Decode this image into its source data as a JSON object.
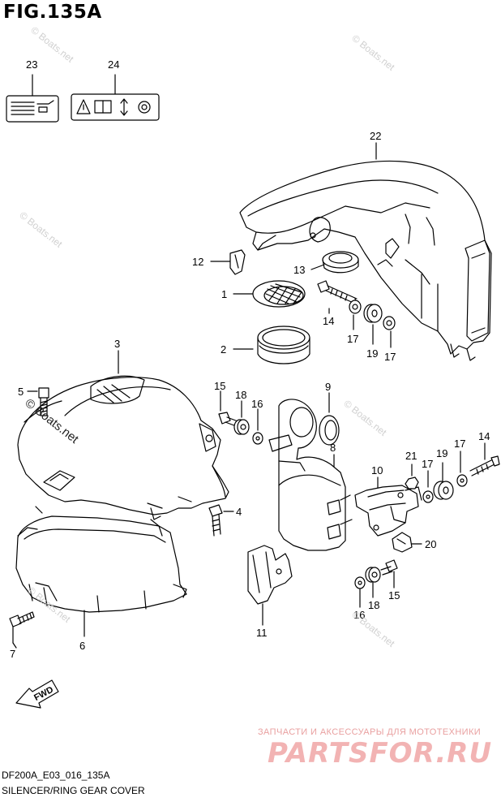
{
  "figure": {
    "title": "FIG.135A",
    "code": "DF200A_E03_016_135A",
    "name": "SILENCER/RING GEAR COVER",
    "fwd_label": "FWD"
  },
  "watermarks": {
    "copyright": "© Boats.net",
    "parts_subtitle": "ЗАПЧАСТИ И АКСЕССУАРЫ ДЛЯ МОТОТЕХНИКИ",
    "parts_logo": "PARTSFOR.RU"
  },
  "callouts": [
    {
      "id": "c23a",
      "label": "23"
    },
    {
      "id": "c24",
      "label": "24"
    },
    {
      "id": "c22",
      "label": "22"
    },
    {
      "id": "c12",
      "label": "12"
    },
    {
      "id": "c13",
      "label": "13"
    },
    {
      "id": "c1",
      "label": "1"
    },
    {
      "id": "c14a",
      "label": "14"
    },
    {
      "id": "c17a",
      "label": "17"
    },
    {
      "id": "c19a",
      "label": "19"
    },
    {
      "id": "c17b",
      "label": "17"
    },
    {
      "id": "c2",
      "label": "2"
    },
    {
      "id": "c3",
      "label": "3"
    },
    {
      "id": "c5",
      "label": "5"
    },
    {
      "id": "c15a",
      "label": "15"
    },
    {
      "id": "c18a",
      "label": "18"
    },
    {
      "id": "c16a",
      "label": "16"
    },
    {
      "id": "c9",
      "label": "9"
    },
    {
      "id": "c8",
      "label": "8"
    },
    {
      "id": "c14b",
      "label": "14"
    },
    {
      "id": "c21",
      "label": "21"
    },
    {
      "id": "c19b",
      "label": "19"
    },
    {
      "id": "c17c",
      "label": "17"
    },
    {
      "id": "c17d",
      "label": "17"
    },
    {
      "id": "c10",
      "label": "10"
    },
    {
      "id": "c4",
      "label": "4"
    },
    {
      "id": "c20",
      "label": "20"
    },
    {
      "id": "c11",
      "label": "11"
    },
    {
      "id": "c16b",
      "label": "16"
    },
    {
      "id": "c18b",
      "label": "18"
    },
    {
      "id": "c15b",
      "label": "15"
    },
    {
      "id": "c7",
      "label": "7"
    },
    {
      "id": "c6",
      "label": "6"
    }
  ]
}
